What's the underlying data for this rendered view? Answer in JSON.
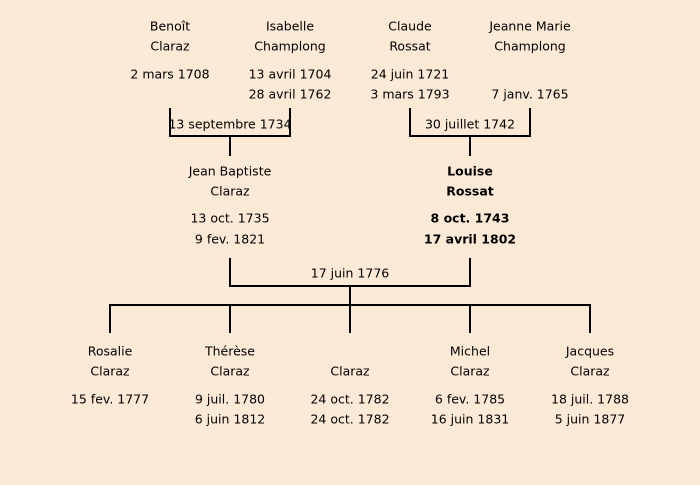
{
  "grandparents": [
    {
      "first": "Benoît",
      "last": "Claraz",
      "birth": "2 mars 1708",
      "death": ""
    },
    {
      "first": "Isabelle",
      "last": "Champlong",
      "birth": "13 avril 1704",
      "death": "28 avril 1762"
    },
    {
      "first": "Claude",
      "last": "Rossat",
      "birth": "24 juin 1721",
      "death": "3 mars 1793"
    },
    {
      "first": "Jeanne Marie",
      "last": "Champlong",
      "birth": "",
      "death": "7 janv. 1765"
    }
  ],
  "marriages": {
    "paternal": "13 septembre 1734",
    "maternal": "30 juillet 1742",
    "parents": "17 juin 1776"
  },
  "parents": [
    {
      "first": "Jean Baptiste",
      "last": "Claraz",
      "birth": "13 oct. 1735",
      "death": "9 fev. 1821"
    },
    {
      "first": "Louise",
      "last": "Rossat",
      "birth": "8 oct. 1743",
      "death": "17 avril 1802",
      "highlighted": true
    }
  ],
  "children": [
    {
      "first": "Rosalie",
      "last": "Claraz",
      "birth": "15 fev. 1777",
      "death": ""
    },
    {
      "first": "Thérèse",
      "last": "Claraz",
      "birth": "9 juil. 1780",
      "death": "6 juin 1812"
    },
    {
      "first": "",
      "last": "Claraz",
      "birth": "24 oct. 1782",
      "death": "24 oct. 1782"
    },
    {
      "first": "Michel",
      "last": "Claraz",
      "birth": "6 fev. 1785",
      "death": "16 juin 1831"
    },
    {
      "first": "Jacques",
      "last": "Claraz",
      "birth": "18 juil. 1788",
      "death": "5 juin 1877"
    }
  ]
}
